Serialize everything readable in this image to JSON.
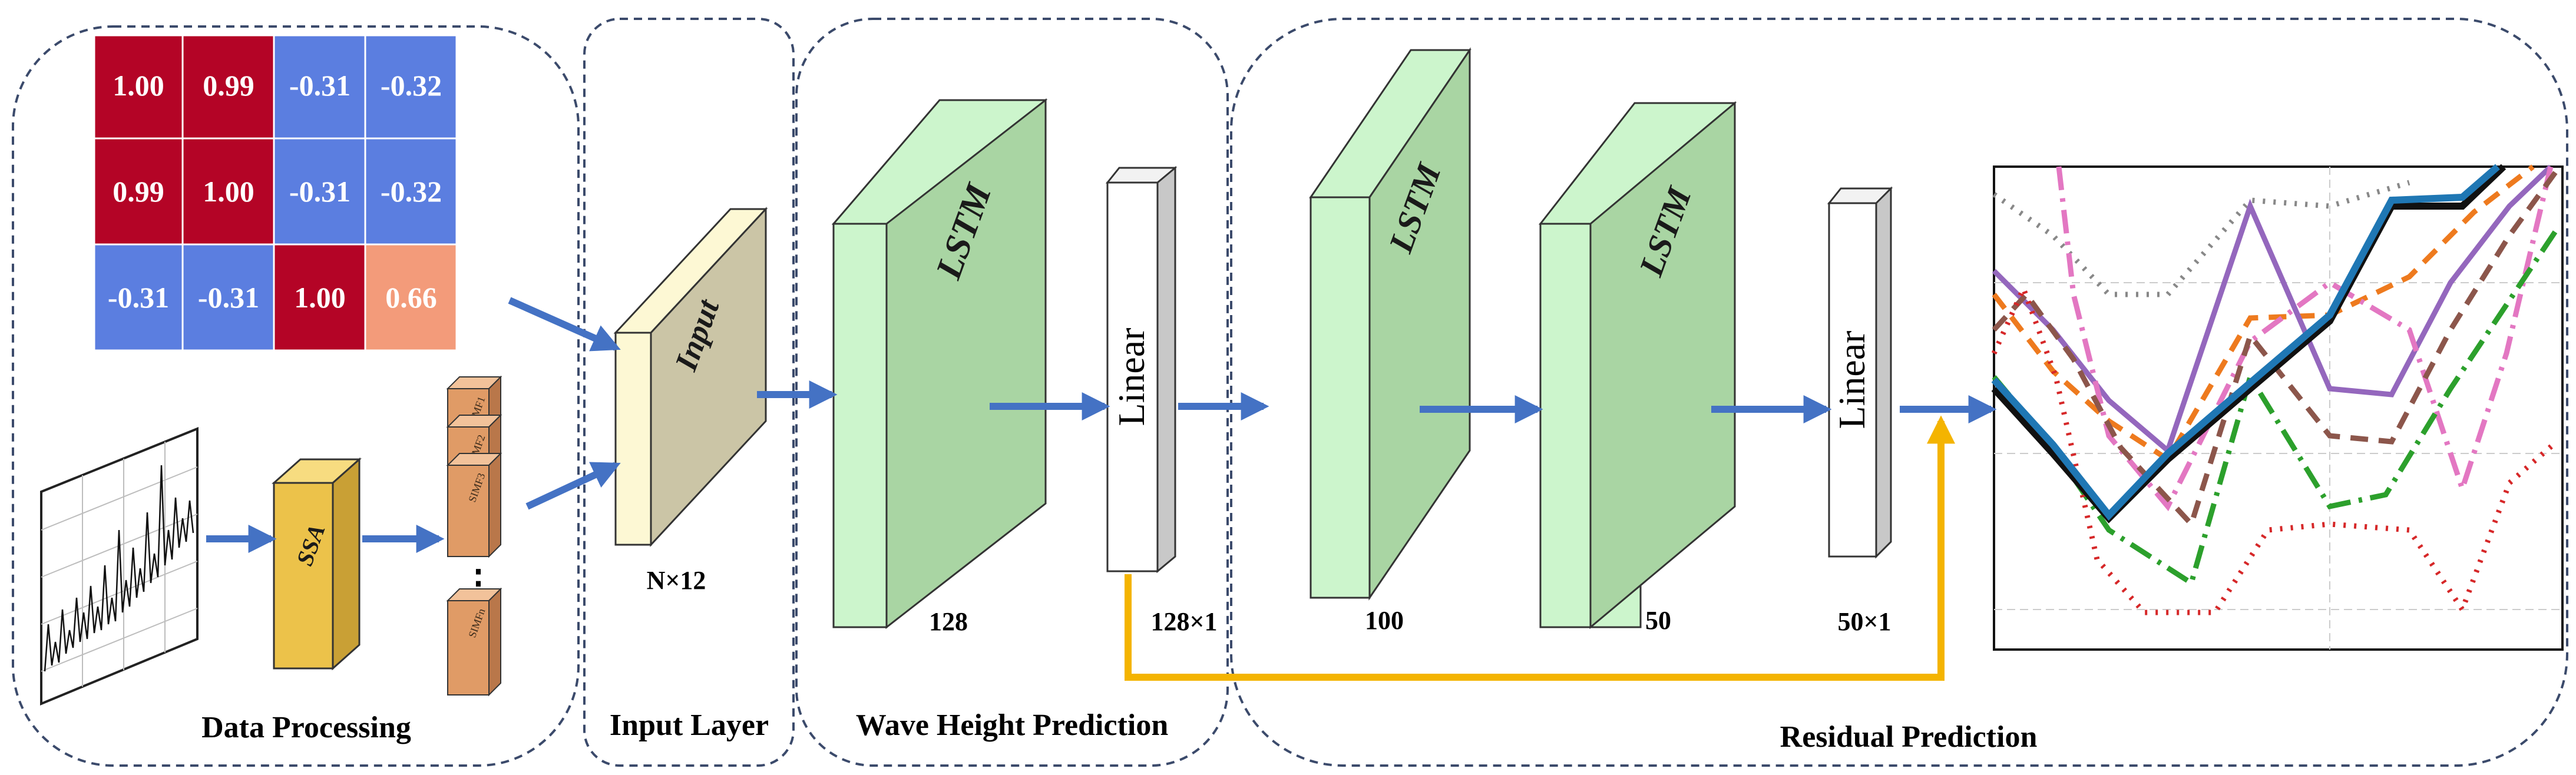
{
  "panels": {
    "data_processing": "Data Processing",
    "input_layer": "Input Layer",
    "wave_height": "Wave Height Prediction",
    "residual": "Residual Prediction"
  },
  "correlation_matrix": {
    "rows": [
      [
        "1.00",
        "0.99",
        "-0.31",
        "-0.32"
      ],
      [
        "0.99",
        "1.00",
        "-0.31",
        "-0.32"
      ],
      [
        "-0.31",
        "-0.31",
        "1.00",
        "0.66"
      ]
    ],
    "colors": {
      "strong_positive": "#b40426",
      "negative": "#5b7ee0",
      "moderate_positive": "#f39b7a"
    }
  },
  "blocks": {
    "ssa": "SSA",
    "imf": [
      "SIMF1",
      "SIMF2",
      "SIMF3",
      "SIMFn"
    ],
    "ellipsis": "⋮",
    "input": "Input",
    "input_size": "N×12",
    "lstm1": "LSTM",
    "lstm1_size": "128",
    "linear1": "Linear",
    "linear1_size": "128×1",
    "lstm2": "LSTM",
    "lstm2_size": "100",
    "lstm3": "LSTM",
    "lstm3_size": "50",
    "linear2": "Linear",
    "linear2_size": "50×1"
  },
  "colors": {
    "arrow": "#4472c4",
    "skip_arrow": "#f4b400",
    "lstm_face": "#a9d5a3",
    "lstm_front": "#ccf5cc",
    "input_face": "#cbc5a6",
    "input_front": "#fdf8d4",
    "ssa": "#ecc24a",
    "imf": "#e09b66"
  }
}
